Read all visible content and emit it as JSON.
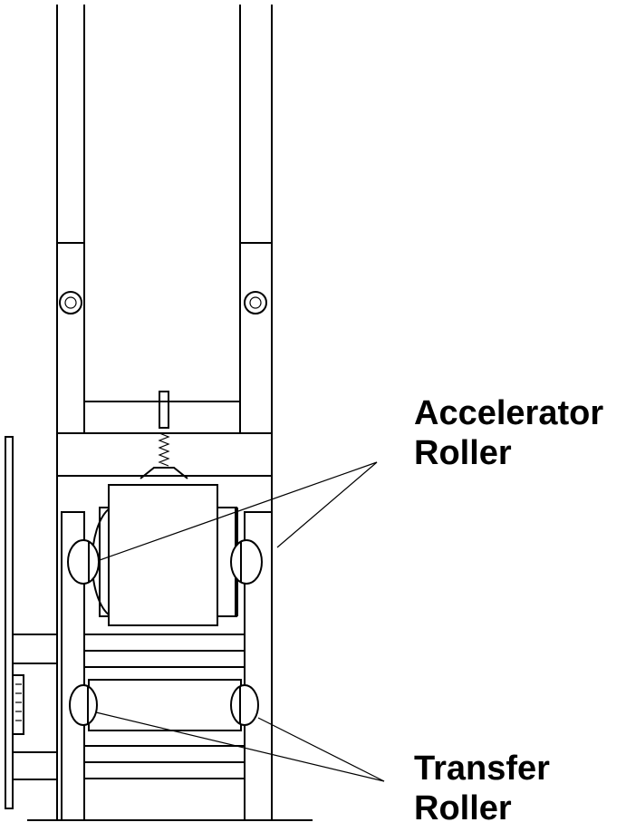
{
  "labels": {
    "accelerator_line1": "Accelerator",
    "accelerator_line2": "Roller",
    "transfer_line1": "Transfer",
    "transfer_line2": "Roller"
  }
}
